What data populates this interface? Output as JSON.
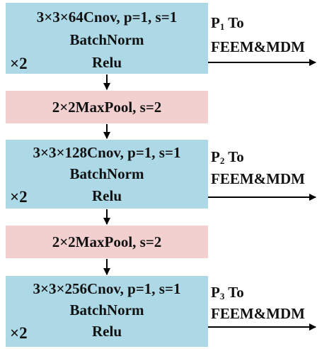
{
  "blocks": [
    {
      "conv": "3×3×64Cnov, p=1, s=1",
      "norm": "BatchNorm",
      "act": "Relu",
      "repeat": "×2",
      "out_prefix": "P",
      "out_sub": "1",
      "out_to": " To",
      "out_dest": "FEEM&MDM"
    },
    {
      "conv": "3×3×128Cnov, p=1, s=1",
      "norm": "BatchNorm",
      "act": "Relu",
      "repeat": "×2",
      "out_prefix": "P",
      "out_sub": "2",
      "out_to": " To",
      "out_dest": "FEEM&MDM"
    },
    {
      "conv": "3×3×256Cnov, p=1, s=1",
      "norm": "BatchNorm",
      "act": "Relu",
      "repeat": "×2",
      "out_prefix": "P",
      "out_sub": "3",
      "out_to": " To",
      "out_dest": "FEEM&MDM"
    }
  ],
  "pools": [
    {
      "label": "2×2MaxPool, s=2"
    },
    {
      "label": "2×2MaxPool, s=2"
    }
  ],
  "colors": {
    "conv_block": "#add8e6",
    "pool_block": "#f2d0d0",
    "arrow": "#000000"
  }
}
